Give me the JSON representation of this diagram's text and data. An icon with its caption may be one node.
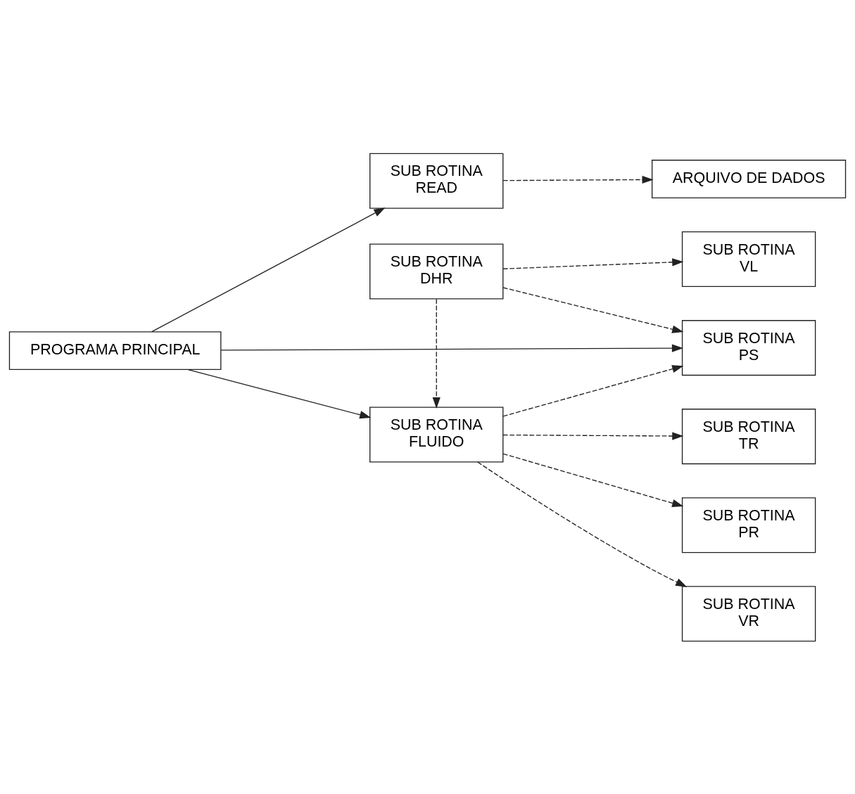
{
  "diagram": {
    "nodes": [
      {
        "text": [
          "PROGRAMA PRINCIPAL"
        ]
      },
      {
        "text": [
          "SUB ROTINA",
          "READ"
        ]
      },
      {
        "text": [
          "ARQUIVO DE DADOS"
        ]
      },
      {
        "text": [
          "SUB ROTINA",
          "PR"
        ]
      },
      {
        "text": [
          "SUB ROTINA",
          "FLUIDO"
        ]
      },
      {
        "text": [
          "SUB ROTINA",
          "VR"
        ]
      },
      {
        "text": [
          "SUB ROTINA",
          "TR"
        ]
      },
      {
        "text": [
          "SUB ROTINA",
          "PS"
        ]
      },
      {
        "text": [
          "SUB ROTINA",
          "DHR"
        ]
      },
      {
        "text": [
          "SUB ROTINA",
          "VL"
        ]
      }
    ],
    "edges": [
      {
        "from": 0,
        "to": 1,
        "arrow": "to"
      },
      {
        "from": 0,
        "to": 4,
        "arrow": "to"
      },
      {
        "from": 0,
        "to": 7,
        "arrow": "to"
      },
      {
        "from": 1,
        "to": 2,
        "arrow": "to",
        "style": "dashed"
      },
      {
        "from": 4,
        "to": 3,
        "arrow": "to",
        "style": "dashed"
      },
      {
        "from": 4,
        "to": 5,
        "arrow": "to",
        "style": "dashed"
      },
      {
        "from": 4,
        "to": 6,
        "arrow": "to",
        "style": "dashed"
      },
      {
        "from": 4,
        "to": 7,
        "arrow": "to",
        "style": "dashed"
      },
      {
        "from": 8,
        "to": 4,
        "arrow": "to",
        "style": "dashed"
      },
      {
        "from": 8,
        "to": 7,
        "arrow": "to",
        "style": "dashed"
      },
      {
        "from": 8,
        "to": 9,
        "arrow": "to",
        "style": "dashed"
      }
    ]
  }
}
